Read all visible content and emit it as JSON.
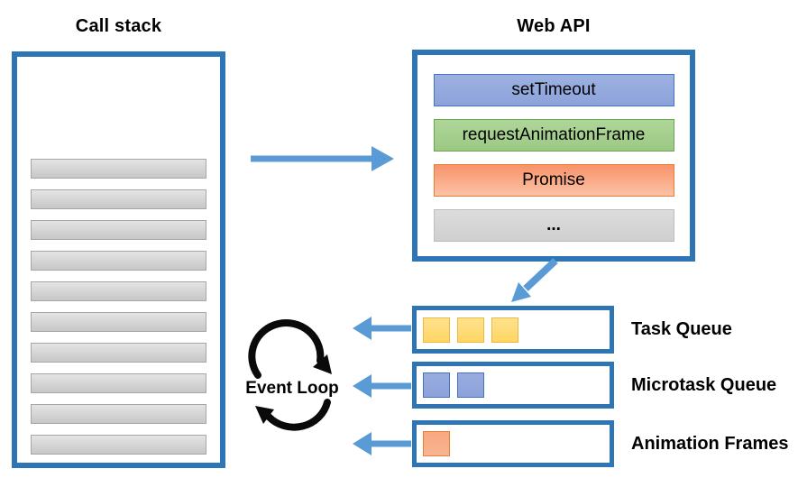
{
  "colors": {
    "box-border": "#2E75B6",
    "arrow-blue": "#5B9BD5",
    "loop-black": "#0A0A0A",
    "stack-bar-top": "#E4E4E4",
    "stack-bar-bottom": "#C7C7C7",
    "stack-bar-border": "#A6A6A6",
    "settimeout-fill-top": "#9DB1E1",
    "settimeout-fill-bottom": "#8CA2DA",
    "settimeout-border": "#4472C4",
    "raf-fill-top": "#AFD69A",
    "raf-fill-bottom": "#9CC883",
    "raf-border": "#6AA84F",
    "promise-fill-top": "#F8936A",
    "promise-fill-bottom": "#FBC2A6",
    "promise-border": "#ED7D31",
    "gray-fill-top": "#DCDCDC",
    "gray-fill-bottom": "#CFCFCF",
    "gray-border": "#BDBDBD",
    "task-item-top": "#FFE28E",
    "task-item-bottom": "#FFD564",
    "task-item-border": "#F0B93E",
    "micro-item-top": "#98ACDF",
    "micro-item-bottom": "#8CA2DA",
    "micro-item-border": "#4472C4",
    "anim-item-top": "#F9A87F",
    "anim-item-bottom": "#F7B492",
    "anim-item-border": "#ED7D31"
  },
  "call_stack": {
    "title": "Call stack",
    "frame_count": 10
  },
  "web_api": {
    "title": "Web API",
    "items": [
      {
        "label": "setTimeout"
      },
      {
        "label": "requestAnimationFrame"
      },
      {
        "label": "Promise"
      },
      {
        "label": "..."
      }
    ]
  },
  "event_loop": {
    "label": "Event Loop"
  },
  "queues": [
    {
      "label": "Task Queue",
      "item_count": 3
    },
    {
      "label": "Microtask Queue",
      "item_count": 2
    },
    {
      "label": "Animation Frames",
      "item_count": 1
    }
  ]
}
